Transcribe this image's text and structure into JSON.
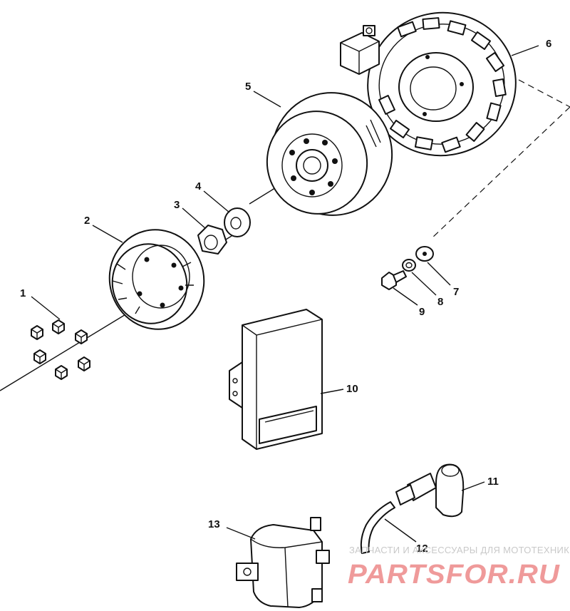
{
  "callouts": [
    "1",
    "2",
    "3",
    "4",
    "5",
    "6",
    "7",
    "8",
    "9",
    "10",
    "11",
    "12",
    "13"
  ],
  "watermark": {
    "caption": "ЗАПЧАСТИ И АКСЕССУАРЫ ДЛЯ МОТОТЕХНИКИ",
    "logo": "PARTSFOR.RU"
  },
  "colors": {
    "line": "#111111",
    "background": "#ffffff",
    "watermark_caption": "#c9c9c9",
    "watermark_logo": "#ef9a9a"
  }
}
